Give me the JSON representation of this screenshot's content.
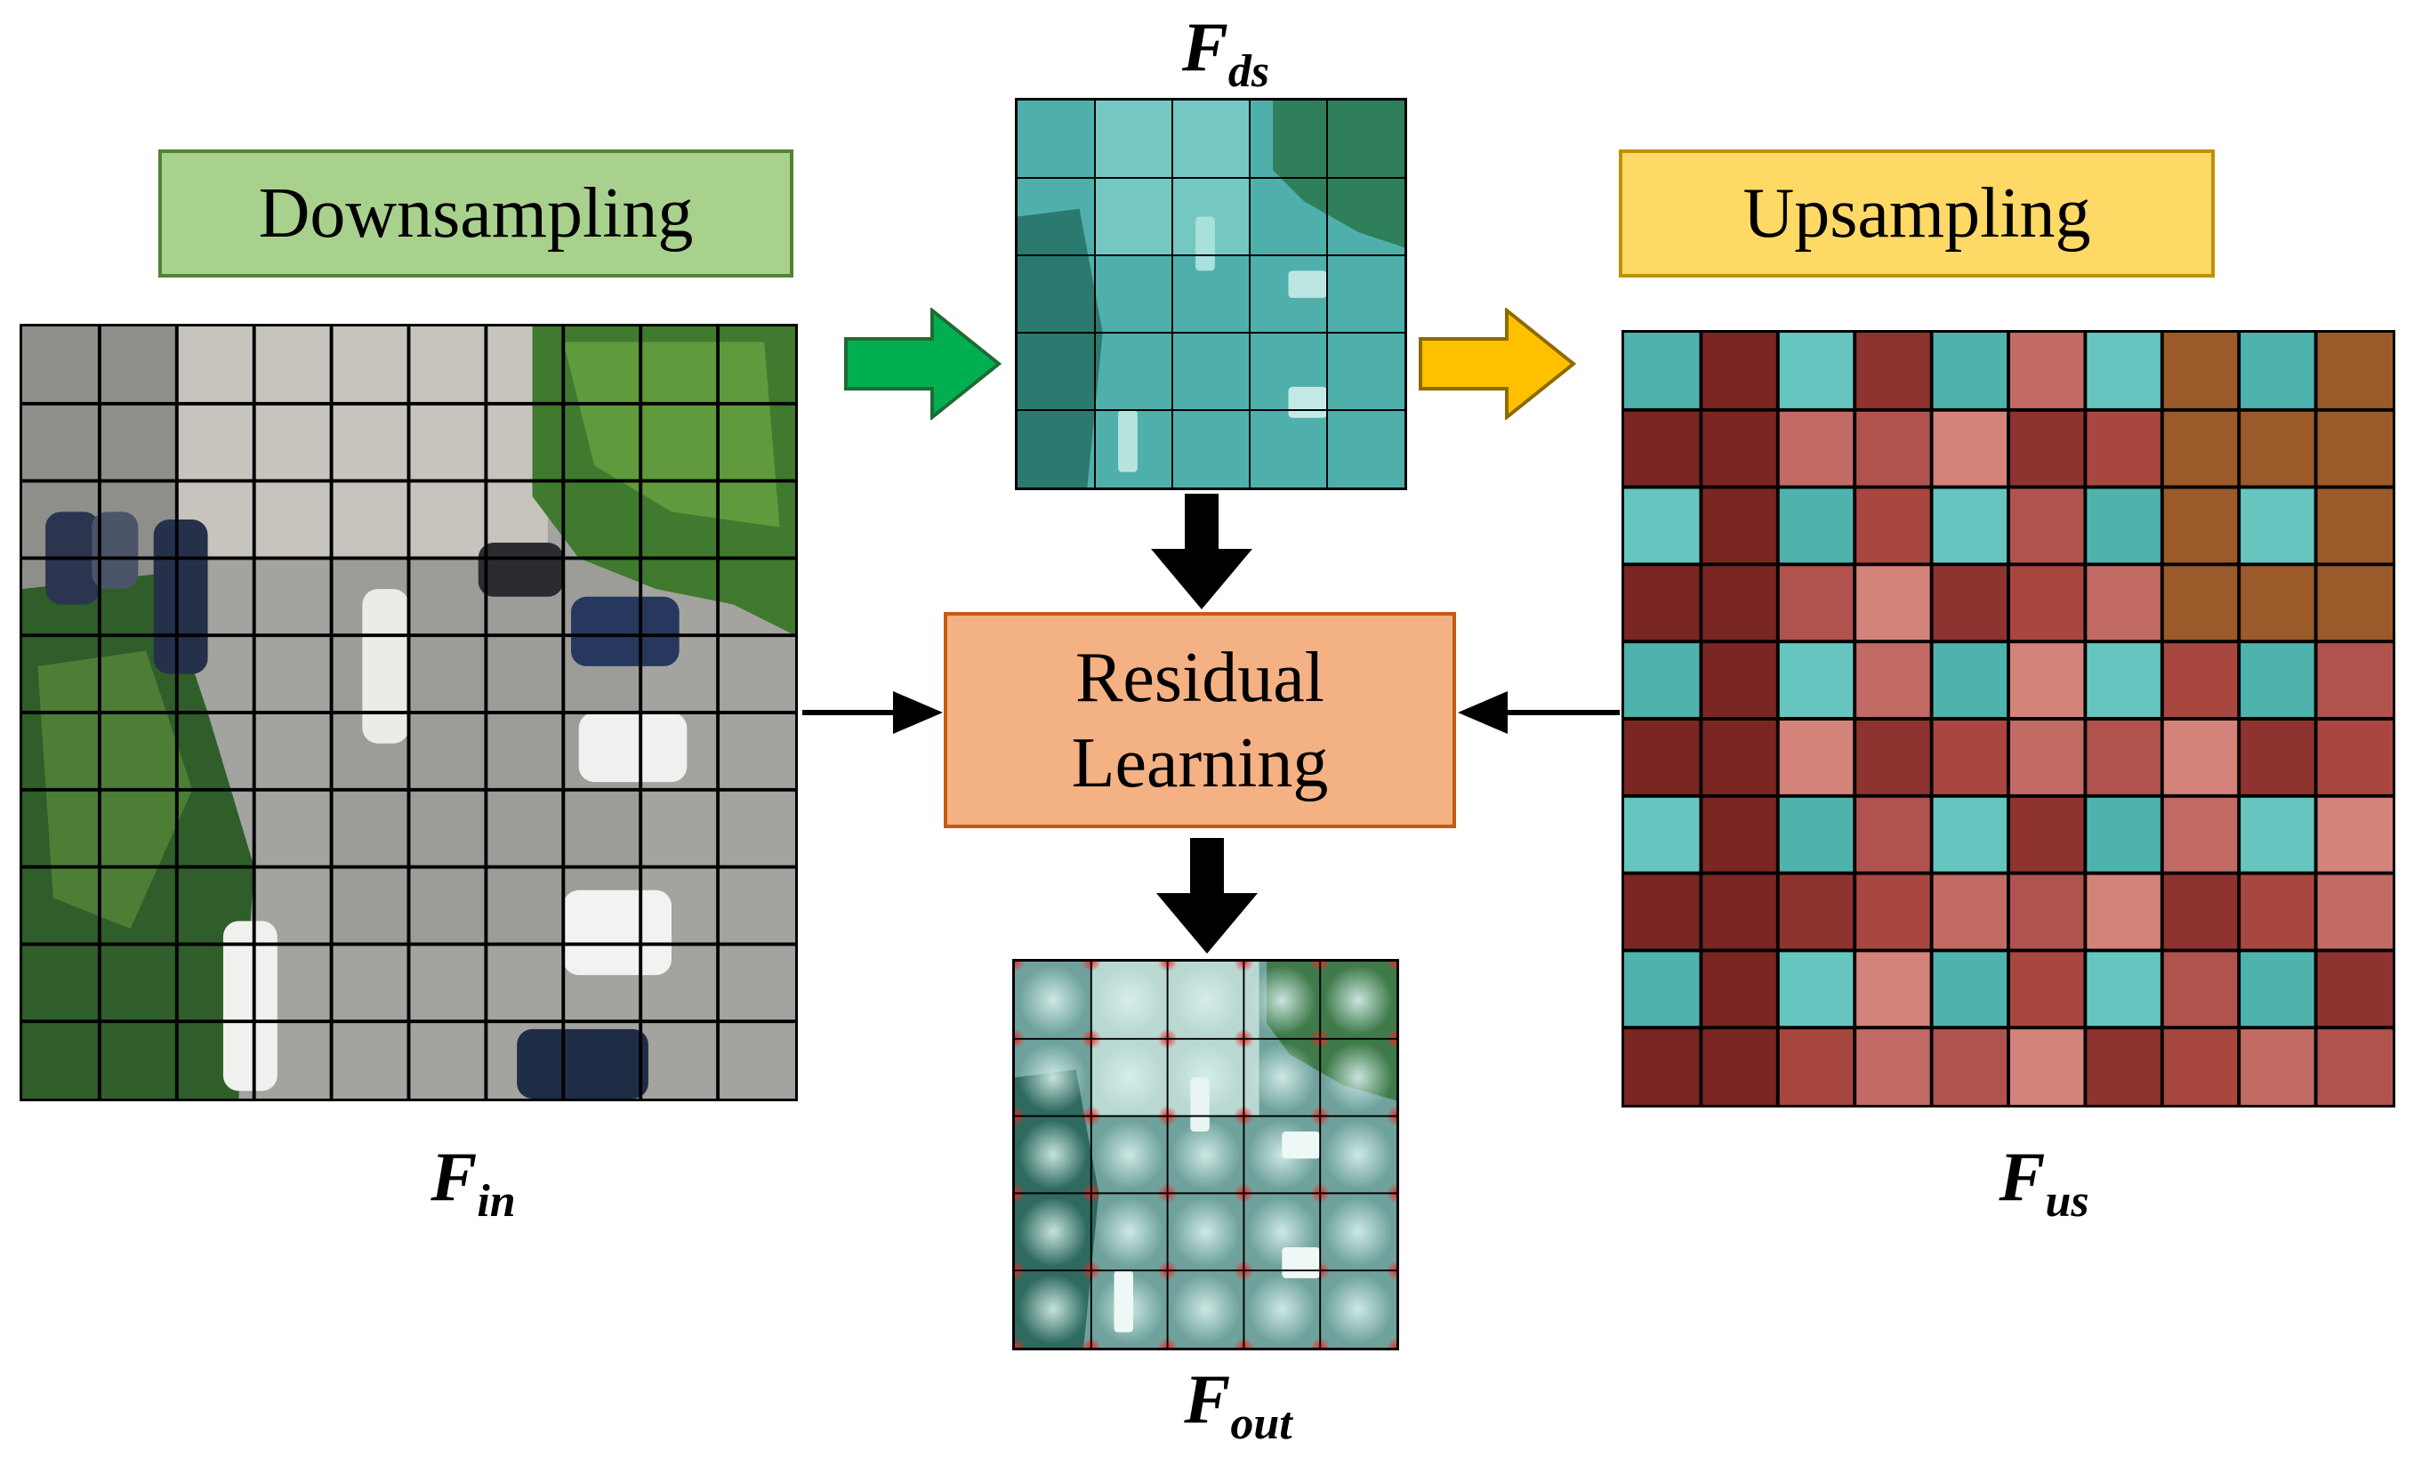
{
  "boxes": {
    "downsampling": "Downsampling",
    "upsampling": "Upsampling",
    "residual_line1": "Residual",
    "residual_line2": "Learning"
  },
  "labels": {
    "f_in": {
      "main": "F",
      "sub": "in"
    },
    "f_ds": {
      "main": "F",
      "sub": "ds"
    },
    "f_us": {
      "main": "F",
      "sub": "us"
    },
    "f_out": {
      "main": "F",
      "sub": "out"
    }
  },
  "grids": {
    "f_in": {
      "rows": 10,
      "cols": 10
    },
    "f_ds": {
      "rows": 5,
      "cols": 5
    },
    "f_us": {
      "rows": 10,
      "cols": 10
    },
    "f_out": {
      "rows": 5,
      "cols": 5
    }
  },
  "colors": {
    "downsampling_fill": "#a9d18e",
    "upsampling_fill": "#ffd966",
    "residual_fill": "#f4b183",
    "down_arrow": "#00b050",
    "up_arrow": "#ffc000",
    "teal": "#3aa8a4",
    "red": "#b5504c"
  }
}
